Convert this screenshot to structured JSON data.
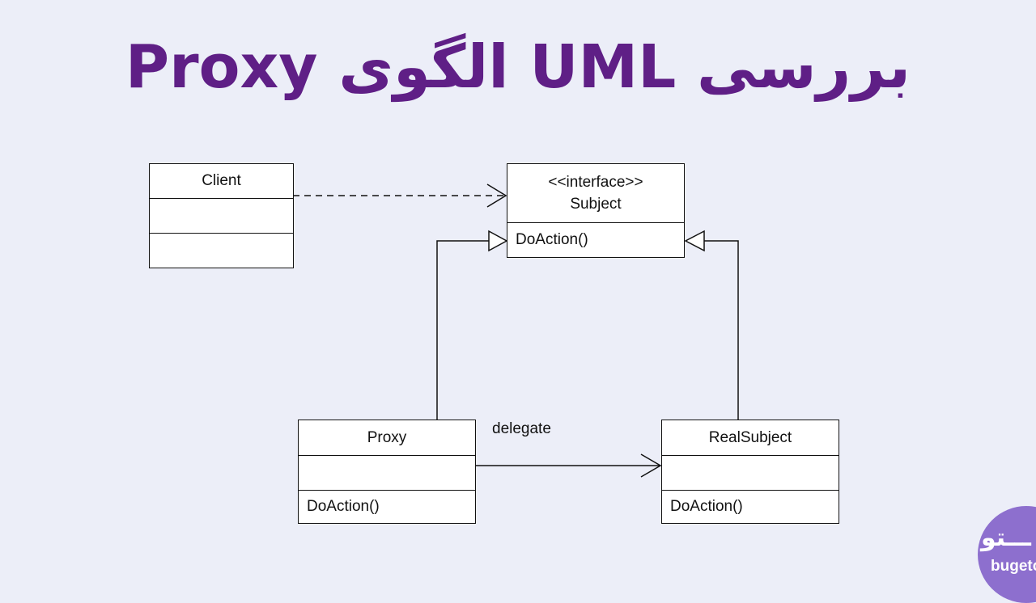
{
  "title": "بررسی UML الگوی Proxy",
  "colors": {
    "title": "#5f1f86",
    "background": "#eceef8",
    "logo": "#8d6fce"
  },
  "classes": {
    "client": {
      "name": "Client"
    },
    "subject": {
      "stereotype": "<<interface>>",
      "name": "Subject",
      "operation": "DoAction()"
    },
    "proxy": {
      "name": "Proxy",
      "operation": "DoAction()"
    },
    "real_subject": {
      "name": "RealSubject",
      "operation": "DoAction()"
    }
  },
  "relations": {
    "delegate_label": "delegate"
  },
  "logo": {
    "fa": "ـــتو",
    "en": "bugeto."
  }
}
